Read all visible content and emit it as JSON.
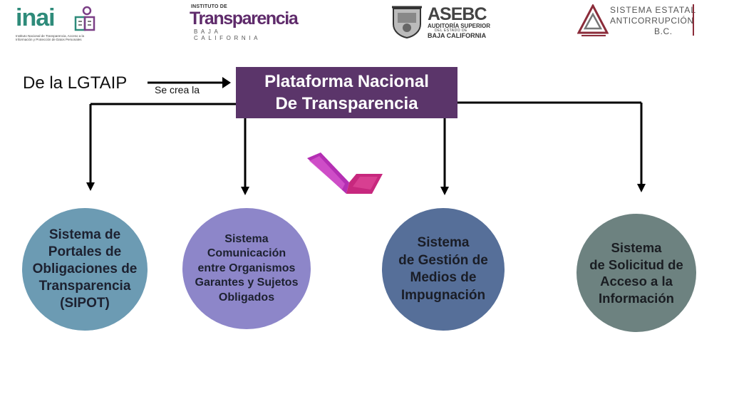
{
  "header": {
    "inai": {
      "name": "inai",
      "subtitle": "Instituto Nacional de Transparencia, Acceso a la Información y Protección de Datos Personales"
    },
    "itbc": {
      "prefix": "INSTITUTO DE",
      "name": "Transparencia",
      "region": "BAJA CALIFORNIA"
    },
    "asebc": {
      "name": "ASEBC",
      "line1": "AUDITORÍA SUPERIOR",
      "line2": "DEL ESTADO DE",
      "line3": "BAJA CALIFORNIA"
    },
    "sea": {
      "line1": "SISTEMA ESTATAL",
      "line2": "ANTICORRUPCIÓN",
      "line3": "B.C."
    }
  },
  "diagram": {
    "source_label": "De la LGTAIP",
    "arrow_label": "Se crea la",
    "platform": {
      "line1": "Plataforma Nacional",
      "line2": "De Transparencia"
    },
    "systems": [
      {
        "text": "Sistema de\nPortales de\nObligaciones de\nTransparencia\n(SIPOT)",
        "color": "#6c9bb3"
      },
      {
        "text": "Sistema\nComunicación\nentre Organismos\nGarantes y Sujetos\nObligados",
        "color": "#8d86c9"
      },
      {
        "text": "Sistema\nde Gestión de\nMedios de\nImpugnación",
        "color": "#566f99"
      },
      {
        "text": "Sistema\nde Solicitud de\nAcceso a la\nInformación",
        "color": "#6d8280"
      }
    ]
  }
}
